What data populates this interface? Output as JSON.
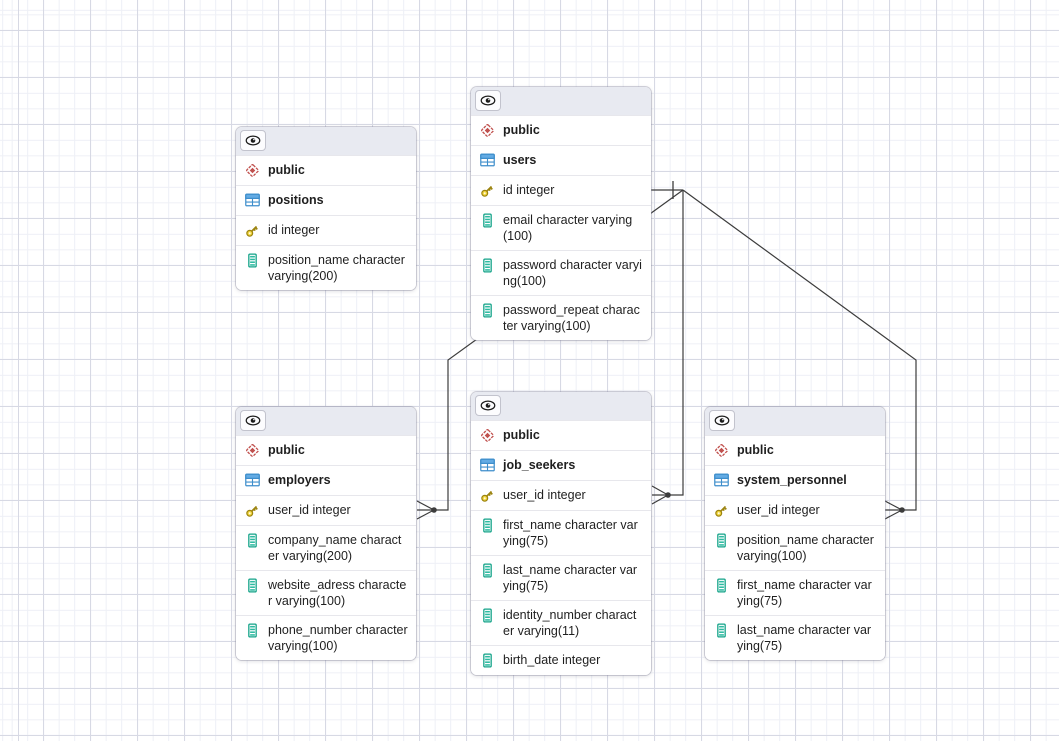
{
  "diagram": {
    "type": "entity-relationship-diagram",
    "grid": {
      "visible": true,
      "minor_color": "#eef0f6",
      "major_color": "#d7d9e4"
    }
  },
  "colors": {
    "header_bg": "#e8eaf1",
    "schema_red": "#c0504d",
    "table_blue": "#3e8ecb",
    "key_yellow": "#f2d53a",
    "column_teal": "#11a287",
    "line": "#3c3c3c",
    "text": "#1f1f1f"
  },
  "icons": {
    "header_button": "eye-icon",
    "schema": "schema-diamond-icon",
    "table": "table-grid-icon",
    "primary_key": "key-icon",
    "column": "column-icon"
  },
  "tables": {
    "positions": {
      "schema": "public",
      "name": "positions",
      "columns": [
        {
          "label": "id integer",
          "primary_key": true
        },
        {
          "label": "position_name character varying(200)",
          "primary_key": false
        }
      ]
    },
    "users": {
      "schema": "public",
      "name": "users",
      "columns": [
        {
          "label": "id integer",
          "primary_key": true
        },
        {
          "label": "email character varying(100)",
          "primary_key": false
        },
        {
          "label": "password character varying(100)",
          "primary_key": false
        },
        {
          "label": "password_repeat character varying(100)",
          "primary_key": false
        }
      ]
    },
    "employers": {
      "schema": "public",
      "name": "employers",
      "columns": [
        {
          "label": "user_id integer",
          "primary_key": true
        },
        {
          "label": "company_name character varying(200)",
          "primary_key": false
        },
        {
          "label": "website_adress character varying(100)",
          "primary_key": false
        },
        {
          "label": "phone_number character varying(100)",
          "primary_key": false
        }
      ]
    },
    "job_seekers": {
      "schema": "public",
      "name": "job_seekers",
      "columns": [
        {
          "label": "user_id integer",
          "primary_key": true
        },
        {
          "label": "first_name character varying(75)",
          "primary_key": false
        },
        {
          "label": "last_name character varying(75)",
          "primary_key": false
        },
        {
          "label": "identity_number character varying(11)",
          "primary_key": false
        },
        {
          "label": "birth_date integer",
          "primary_key": false
        }
      ]
    },
    "system_personnel": {
      "schema": "public",
      "name": "system_personnel",
      "columns": [
        {
          "label": "user_id integer",
          "primary_key": true
        },
        {
          "label": "position_name character varying(100)",
          "primary_key": false
        },
        {
          "label": "first_name character varying(75)",
          "primary_key": false
        },
        {
          "label": "last_name character varying(75)",
          "primary_key": false
        }
      ]
    }
  },
  "links": [
    {
      "from_table": "users",
      "from_column": "id",
      "from_cardinality": "one",
      "to_table": "employers",
      "to_column": "user_id",
      "to_cardinality": "many"
    },
    {
      "from_table": "users",
      "from_column": "id",
      "from_cardinality": "one",
      "to_table": "job_seekers",
      "to_column": "user_id",
      "to_cardinality": "many"
    },
    {
      "from_table": "users",
      "from_column": "id",
      "from_cardinality": "one",
      "to_table": "system_personnel",
      "to_column": "user_id",
      "to_cardinality": "many"
    }
  ]
}
